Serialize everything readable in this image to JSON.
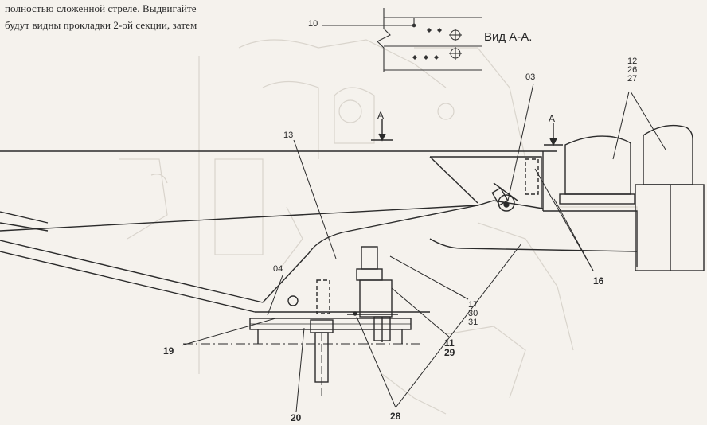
{
  "document": {
    "text_line_1": "полностью сложенной стреле. Выдвигайте",
    "text_line_2": "будут видны прокладки 2-ой секции, затем"
  },
  "diagram": {
    "view_label": "Вид А-А.",
    "section_marker": "А",
    "callouts": {
      "c10": "10",
      "c03": "03",
      "c12": "12",
      "c26": "26",
      "c27": "27",
      "c13": "13",
      "c04": "04",
      "c16": "16",
      "c17": "17",
      "c30": "30",
      "c31": "31",
      "c11": "11",
      "c29": "29",
      "c19": "19",
      "c20": "20",
      "c28": "28"
    }
  }
}
